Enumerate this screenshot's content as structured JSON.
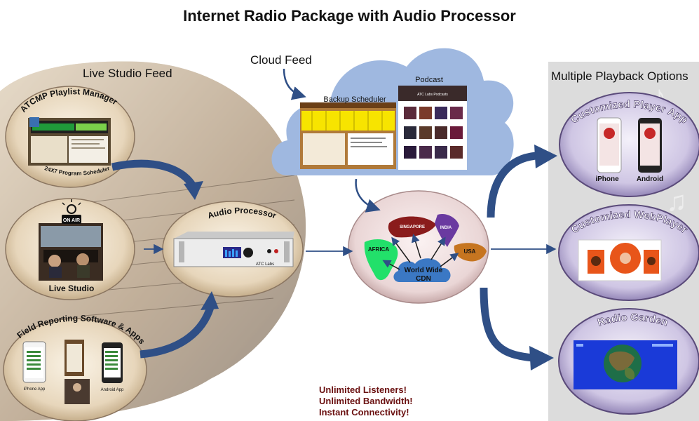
{
  "title": "Internet Radio Package with Audio Processor",
  "live_studio_feed": {
    "heading": "Live Studio Feed",
    "playlist_manager": {
      "arc_label": "ATCMP Playlist Manager",
      "sub_label": "24X7 Program Scheduler"
    },
    "live_studio": {
      "label": "Live Studio",
      "sign": "ON AIR"
    },
    "field_reporting": {
      "arc_label": "Field Reporting Software & Apps",
      "iphone_label": "iPhone App",
      "android_label": "Android App"
    }
  },
  "audio_processor": {
    "arc_label": "Audio Processor",
    "device_label": "ATC Labs"
  },
  "cloud_feed": {
    "heading": "Cloud Feed",
    "backup_scheduler": "Backup Scheduler",
    "podcast": "Podcast",
    "podcast_header": "ATC Labs Podcasts"
  },
  "cdn": {
    "regions": [
      "AFRICA",
      "SINGAPORE",
      "INDIA",
      "USA"
    ],
    "line1": "World Wide",
    "line2": "CDN"
  },
  "playback": {
    "heading": "Multiple Playback Options",
    "player_app": {
      "arc_label": "Customized Player App",
      "iphone": "iPhone",
      "android": "Android"
    },
    "webplayer": {
      "arc_label": "Customized WebPlayer"
    },
    "radio_garden": {
      "arc_label": "Radio Garden"
    }
  },
  "taglines": [
    "Unlimited Listeners!",
    "Unlimited Bandwidth!",
    "Instant Connectivity!"
  ],
  "colors": {
    "arrow": "#2f4f86",
    "cloud": "#9fb8e0",
    "feed_blob": "#ece8e1",
    "playback_panel": "#dcdcdc",
    "tagline": "#6a1010"
  }
}
